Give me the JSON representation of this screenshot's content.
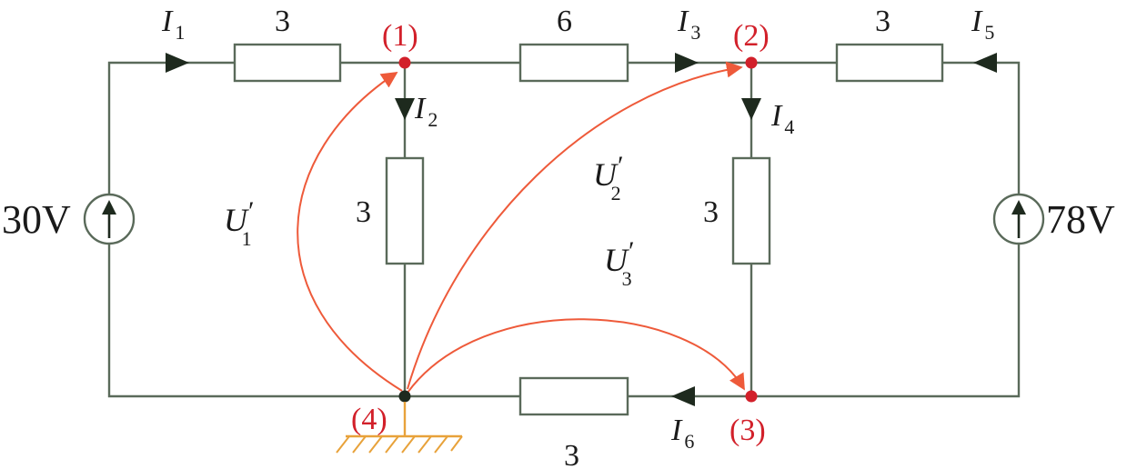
{
  "colors": {
    "wire": "#5a6a5a",
    "node": "#d2202a",
    "voltage_arc": "#ee5a3a",
    "arrow": "#1e2a1e",
    "ground": "#e8a23a"
  },
  "resistors": {
    "r_top_left": "3",
    "r_top_mid": "6",
    "r_top_right": "3",
    "r_vert_left": "3",
    "r_vert_right": "3",
    "r_bottom": "3"
  },
  "sources": {
    "left": "30V",
    "right": "78V"
  },
  "nodes": {
    "n1": "(1)",
    "n2": "(2)",
    "n3": "(3)",
    "n4": "(4)"
  },
  "currents": {
    "i1": {
      "letter": "I",
      "sub": "1"
    },
    "i2": {
      "letter": "I",
      "sub": "2"
    },
    "i3": {
      "letter": "I",
      "sub": "3"
    },
    "i4": {
      "letter": "I",
      "sub": "4"
    },
    "i5": {
      "letter": "I",
      "sub": "5"
    },
    "i6": {
      "letter": "I",
      "sub": "6"
    }
  },
  "voltages": {
    "u1": {
      "letter": "U",
      "prime": "′",
      "sub": "1"
    },
    "u2": {
      "letter": "U",
      "prime": "′",
      "sub": "2"
    },
    "u3": {
      "letter": "U",
      "prime": "′",
      "sub": "3"
    }
  }
}
